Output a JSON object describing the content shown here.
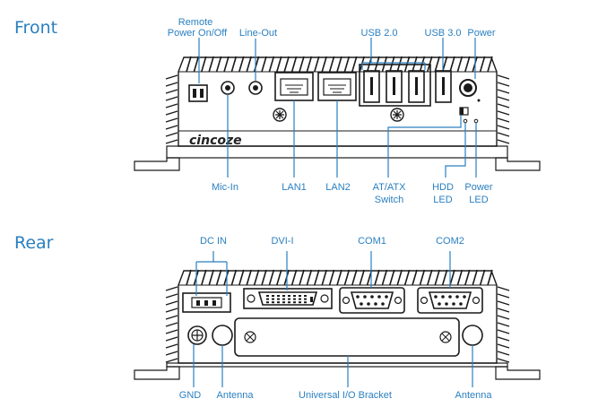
{
  "sections": {
    "front": "Front",
    "rear": "Rear"
  },
  "brand": "cincoze",
  "front_labels": {
    "remote_power_line1": "Remote",
    "remote_power_line2": "Power On/Off",
    "line_out": "Line-Out",
    "usb2": "USB 2.0",
    "usb3": "USB 3.0",
    "power": "Power",
    "mic_in": "Mic-In",
    "lan1": "LAN1",
    "lan2": "LAN2",
    "at_atx_line1": "AT/ATX",
    "at_atx_line2": "Switch",
    "hdd_led_line1": "HDD",
    "hdd_led_line2": "LED",
    "power_led_line1": "Power",
    "power_led_line2": "LED"
  },
  "rear_labels": {
    "dc_in": "DC IN",
    "dvi_i": "DVI-I",
    "com1": "COM1",
    "com2": "COM2",
    "gnd": "GND",
    "antenna_left": "Antenna",
    "io_bracket": "Universal I/O Bracket",
    "antenna_right": "Antenna"
  },
  "colors": {
    "accent": "#2a7fc0",
    "outline": "#1a1a1a"
  }
}
